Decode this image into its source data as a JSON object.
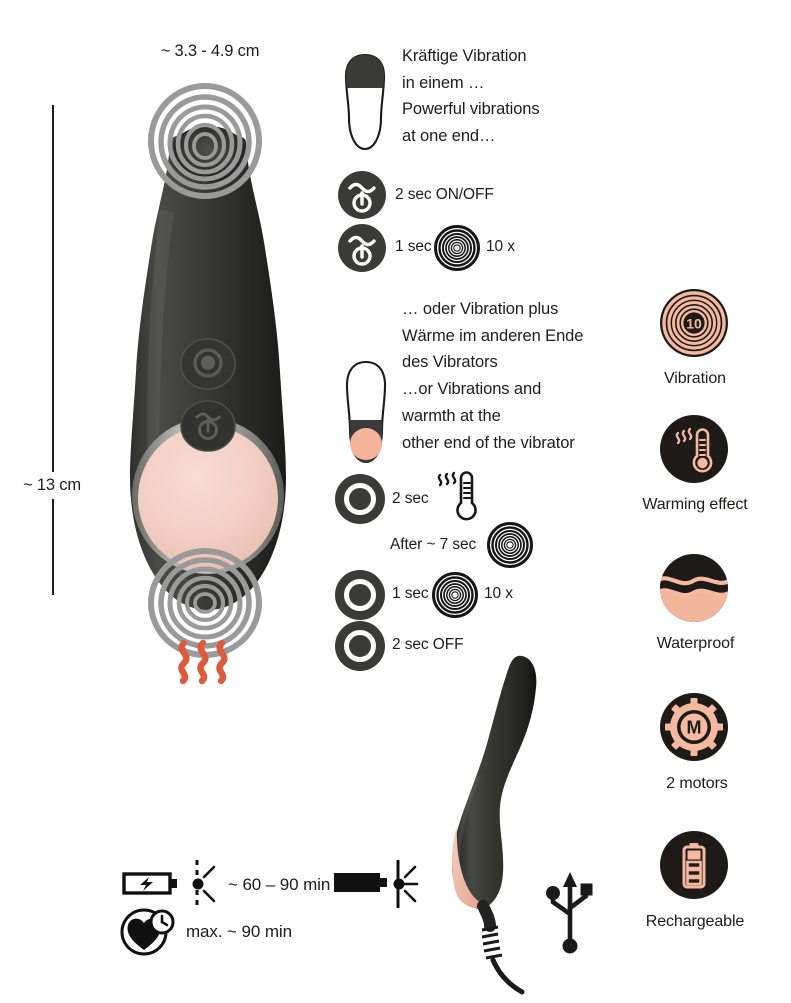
{
  "page": {
    "title": "Vibrator product feature infographic",
    "background": "#ffffff",
    "accent_pink": "#f5b9a0",
    "product_pink": "#f2cfc4",
    "dark": "#1d1a18",
    "heat_orange": "#de5a3c",
    "ring_gray": "#9a9a9a"
  },
  "dimensions": {
    "width_label": "~ 3.3 - 4.9 cm",
    "length_label": "~ 13 cm"
  },
  "section_top": {
    "text": "Kräftige Vibration\nin einem …\nPowerful vibrations\nat one end…",
    "steps": [
      {
        "icon": "power-wave-icon",
        "label": "2 sec ON/OFF",
        "has_ring_icon": false,
        "suffix": ""
      },
      {
        "icon": "power-wave-icon",
        "label": "1 sec",
        "has_ring_icon": true,
        "suffix": "10 x"
      }
    ]
  },
  "section_bottom": {
    "text": "… oder Vibration plus\nWärme im anderen Ende\ndes Vibrators\n…or Vibrations and\nwarmth at the\nother end of the vibrator",
    "steps": [
      {
        "icon": "circle-button-icon",
        "label": "2 sec",
        "extra_icon": "thermometer-icon",
        "suffix": ""
      },
      {
        "icon": "none",
        "label": "After ~ 7 sec",
        "extra_icon": "vibration-ring-icon",
        "suffix": ""
      },
      {
        "icon": "circle-button-icon",
        "label": "1 sec",
        "extra_icon": "vibration-ring-icon",
        "suffix": "10 x"
      },
      {
        "icon": "circle-button-icon",
        "label": "2 sec OFF",
        "extra_icon": "none",
        "suffix": ""
      }
    ]
  },
  "features": [
    {
      "icon": "vibration-icon",
      "badge": "10",
      "label": "Vibration"
    },
    {
      "icon": "thermometer-icon",
      "badge": "",
      "label": "Warming effect"
    },
    {
      "icon": "waterproof-icon",
      "badge": "",
      "label": "Waterproof"
    },
    {
      "icon": "motor-gear-icon",
      "badge": "M",
      "label": "2 motors"
    },
    {
      "icon": "battery-icon",
      "badge": "",
      "label": "Rechargeable"
    }
  ],
  "battery": {
    "charge_time": "~ 60 – 90 min",
    "runtime": "max. ~ 90 min",
    "charge_icon": "battery-charging-icon",
    "full_icon": "battery-full-icon",
    "runtime_icon": "heart-clock-icon"
  },
  "usb": {
    "icon": "usb-icon"
  }
}
